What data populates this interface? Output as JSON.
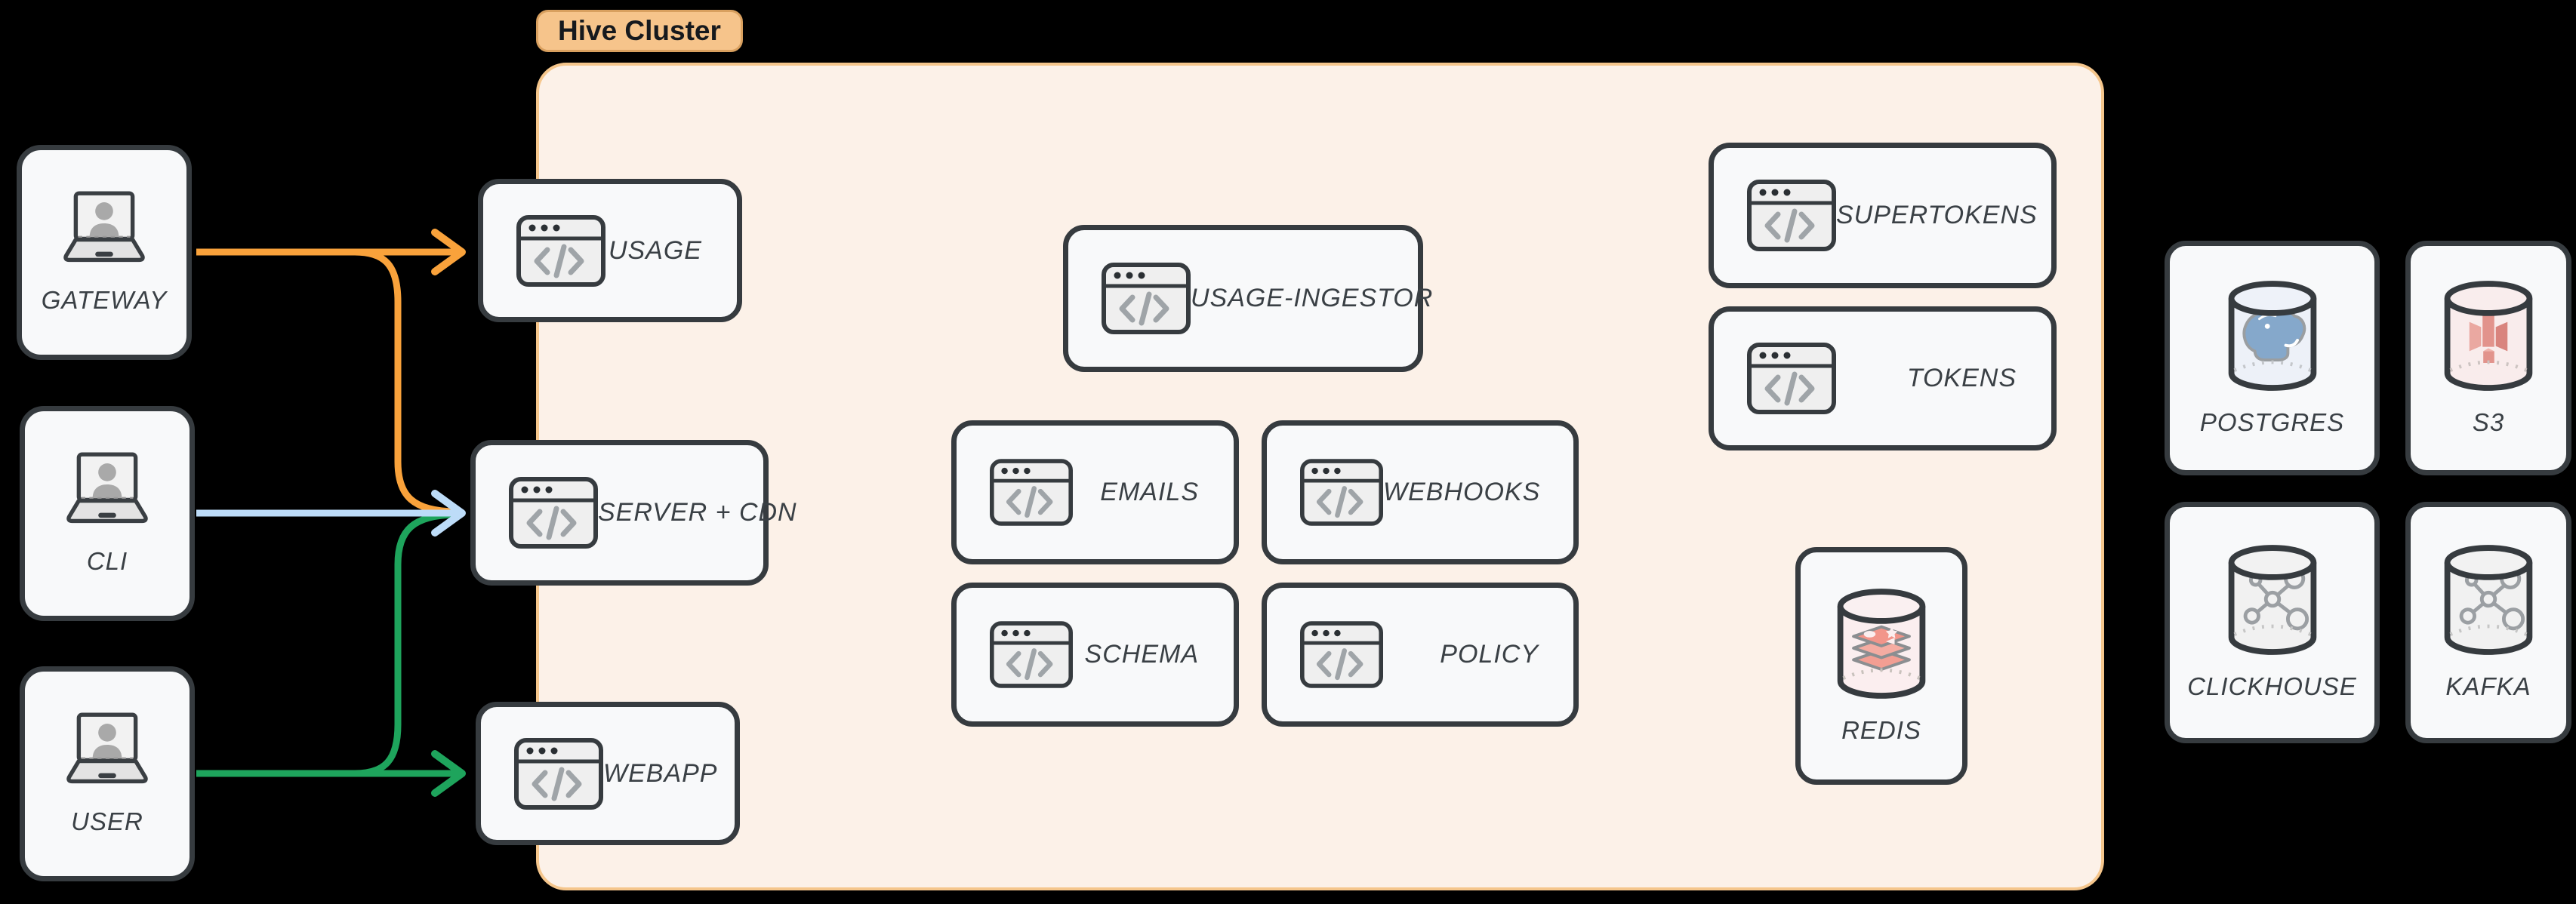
{
  "cluster": {
    "label": "Hive Cluster",
    "bg": "#FCF1E8",
    "border": "#F5C68C",
    "badge_bg": "#F6C48B"
  },
  "actors": [
    {
      "id": "gateway",
      "label": "GATEWAY"
    },
    {
      "id": "cli",
      "label": "CLI"
    },
    {
      "id": "user",
      "label": "USER"
    }
  ],
  "services": [
    {
      "id": "usage",
      "label": "USAGE"
    },
    {
      "id": "server-cdn",
      "label": "SERVER + CDN"
    },
    {
      "id": "webapp",
      "label": "WEBAPP"
    },
    {
      "id": "usage-ingestor",
      "label": "USAGE-INGESTOR"
    },
    {
      "id": "emails",
      "label": "EMAILS"
    },
    {
      "id": "webhooks",
      "label": "WEBHOOKS"
    },
    {
      "id": "schema",
      "label": "SCHEMA"
    },
    {
      "id": "policy",
      "label": "POLICY"
    },
    {
      "id": "supertokens",
      "label": "SUPERTOKENS"
    },
    {
      "id": "tokens",
      "label": "TOKENS"
    }
  ],
  "datastores": [
    {
      "id": "redis",
      "label": "REDIS",
      "icon": "redis-cylinder-icon"
    },
    {
      "id": "postgres",
      "label": "POSTGRES",
      "icon": "postgres-cylinder-icon"
    },
    {
      "id": "s3",
      "label": "S3",
      "icon": "s3-cylinder-icon"
    },
    {
      "id": "clickhouse",
      "label": "CLICKHOUSE",
      "icon": "network-cylinder-icon"
    },
    {
      "id": "kafka",
      "label": "KAFKA",
      "icon": "network-cylinder-icon"
    }
  ],
  "edges": [
    {
      "from": "GATEWAY",
      "to": "USAGE",
      "color": "#F9A23B"
    },
    {
      "from": "GATEWAY",
      "to": "SERVER + CDN",
      "color": "#F9A23B"
    },
    {
      "from": "CLI",
      "to": "SERVER + CDN",
      "color": "#BDDCF8"
    },
    {
      "from": "USER",
      "to": "SERVER + CDN",
      "color": "#1EA45C"
    },
    {
      "from": "USER",
      "to": "WEBAPP",
      "color": "#1EA45C"
    }
  ],
  "colors": {
    "orange": "#F9A23B",
    "blue": "#BDDCF8",
    "green": "#1EA45C",
    "box_border": "#363B3F",
    "box_bg": "#F8F9FA",
    "label": "#3A4045"
  }
}
